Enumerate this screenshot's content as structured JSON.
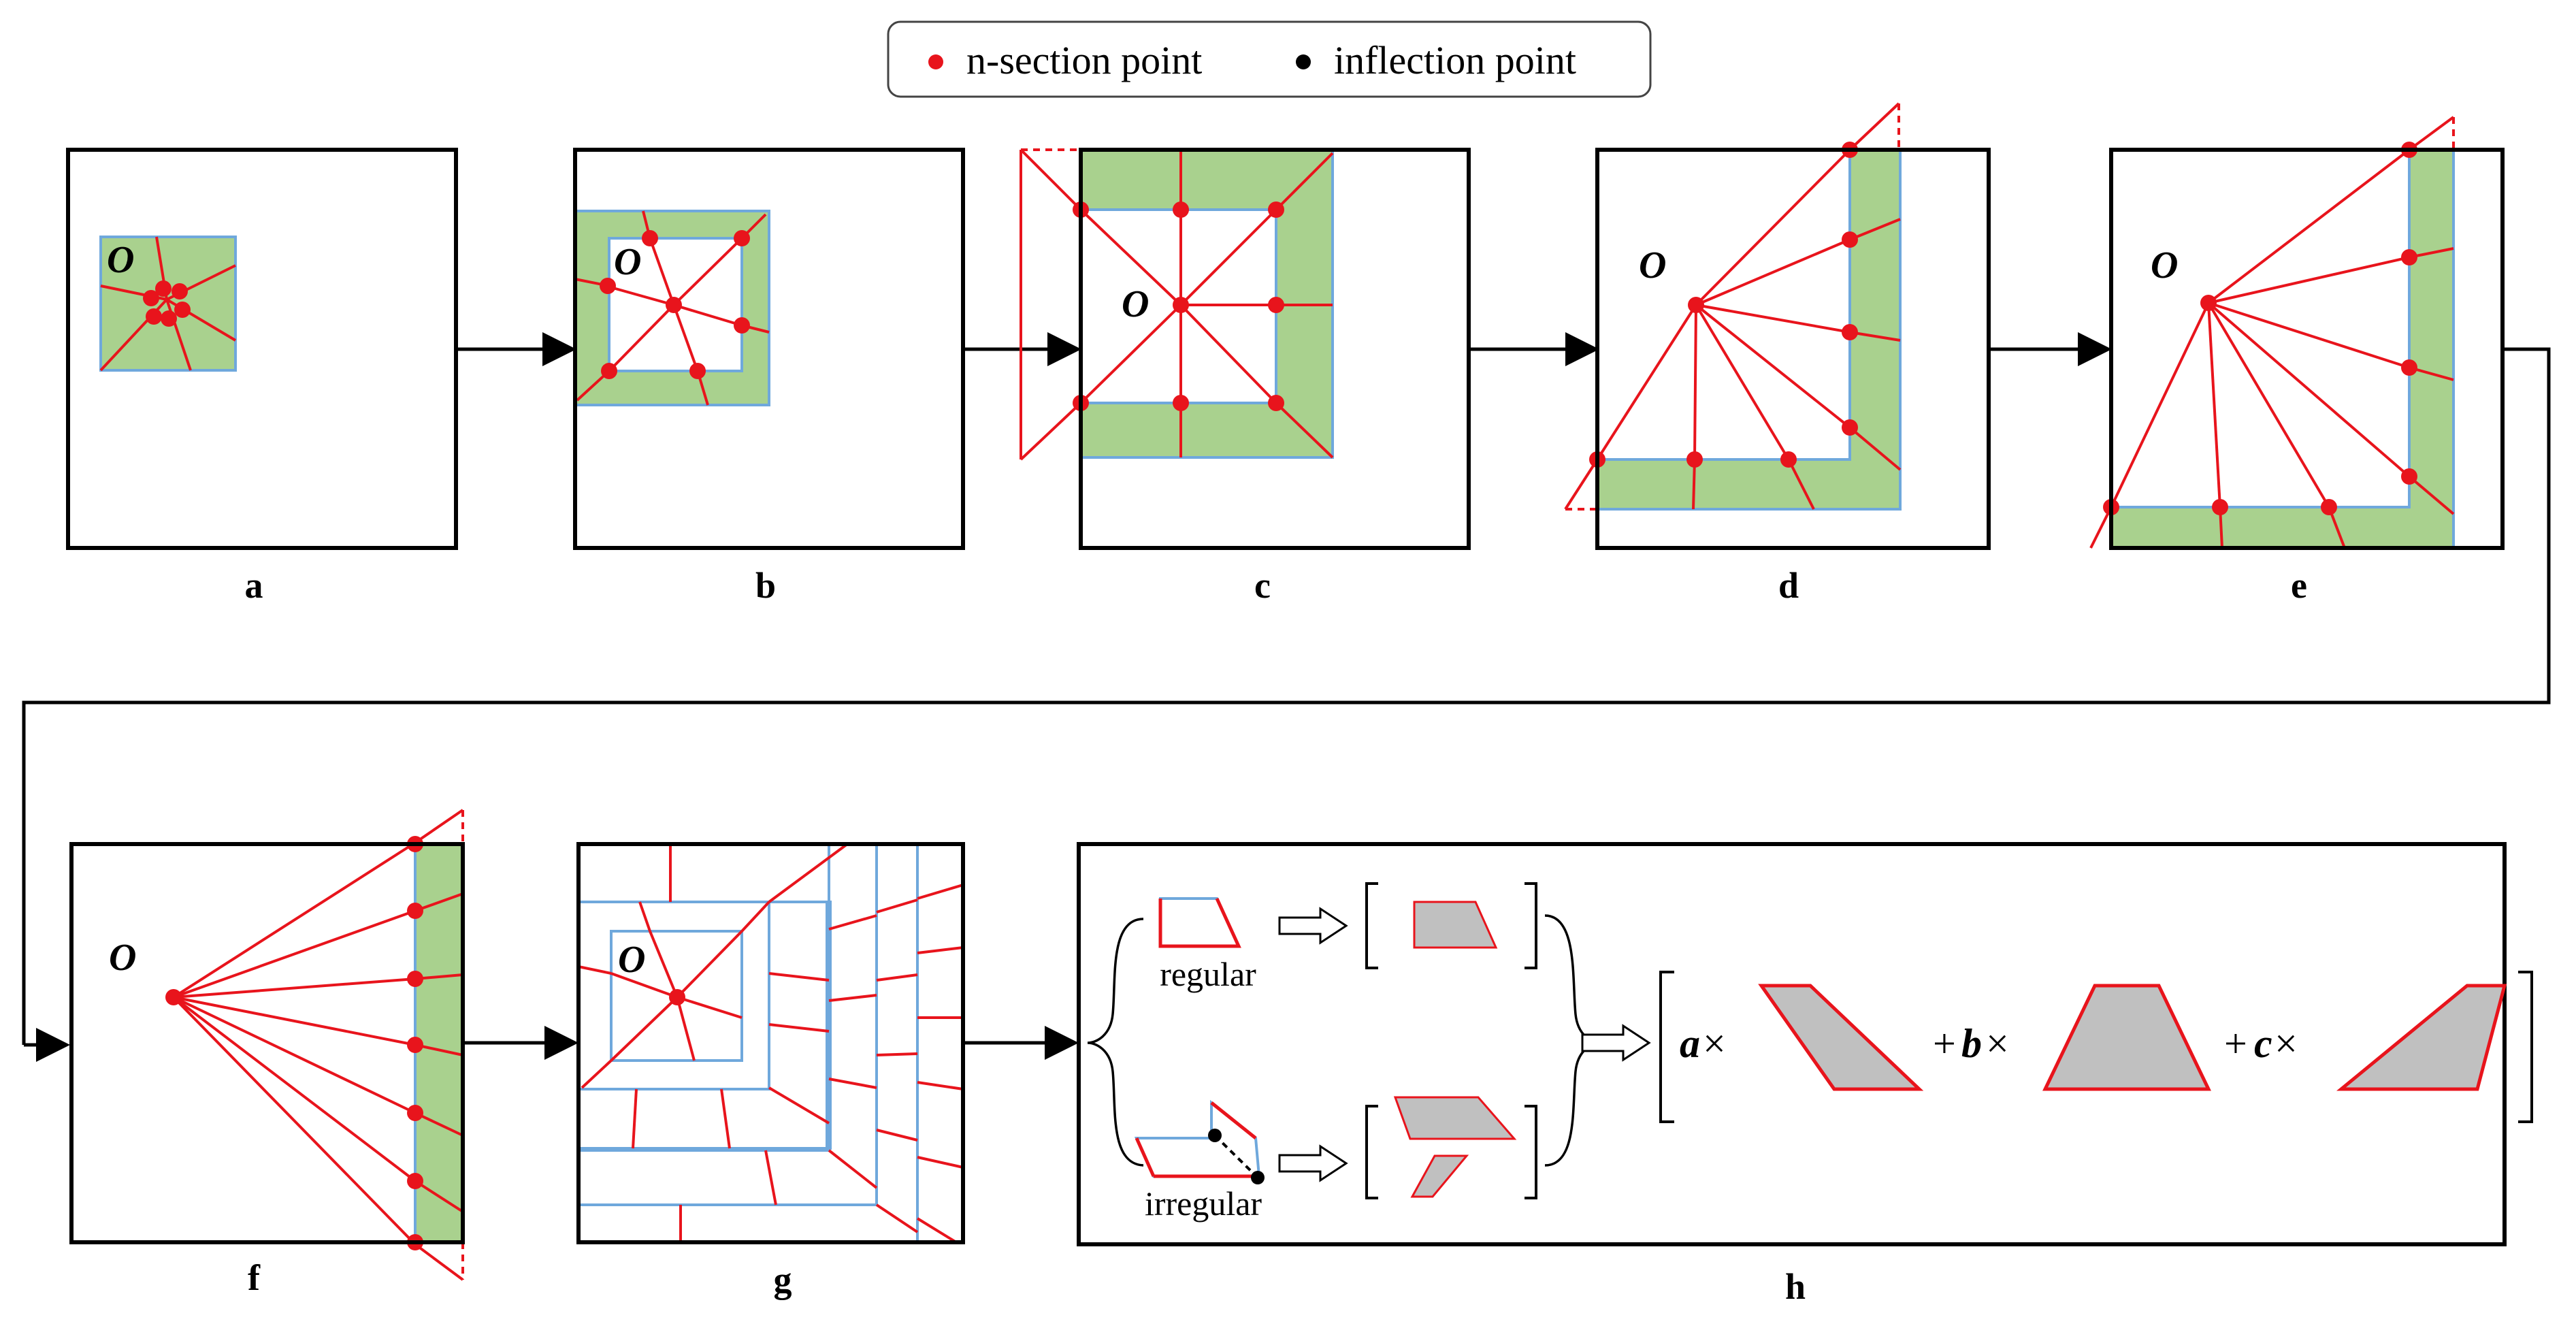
{
  "legend": {
    "nsection_label": "n-section point",
    "inflection_label": "inflection point"
  },
  "panels": {
    "a": {
      "label": "a",
      "origin": "O"
    },
    "b": {
      "label": "b",
      "origin": "O"
    },
    "c": {
      "label": "c",
      "origin": "O"
    },
    "d": {
      "label": "d",
      "origin": "O"
    },
    "e": {
      "label": "e",
      "origin": "O"
    },
    "f": {
      "label": "f",
      "origin": "O"
    },
    "g": {
      "label": "g",
      "origin": "O"
    },
    "h": {
      "label": "h"
    }
  },
  "h_panel": {
    "regular_label": "regular",
    "irregular_label": "irregular",
    "coef_a": "a",
    "coef_b": "b",
    "coef_c": "c",
    "plus": "+",
    "times": "×"
  },
  "colors": {
    "red": "#e8141c",
    "green": "#a9d18e",
    "blue": "#6fa8dc",
    "gray": "#c0c0c0",
    "black": "#000000"
  }
}
